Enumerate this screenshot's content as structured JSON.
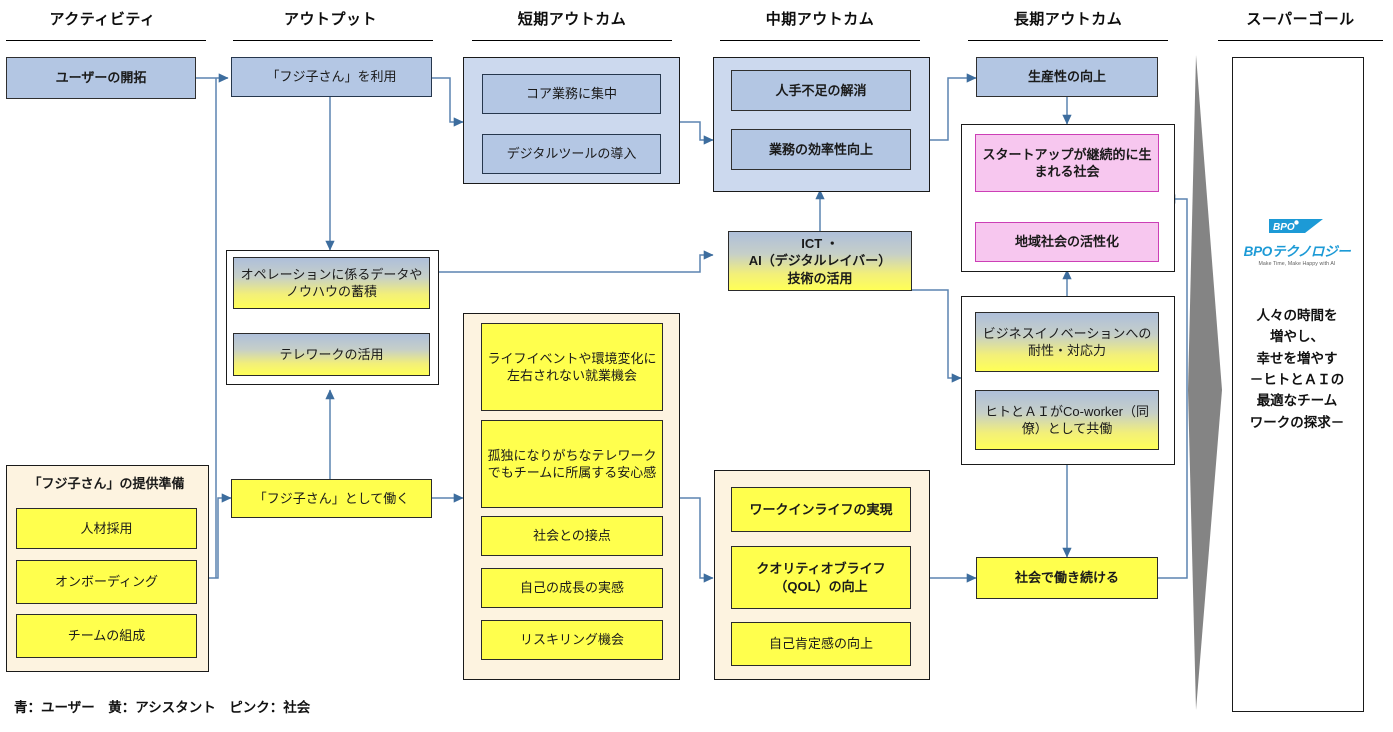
{
  "columns": [
    {
      "id": "activity",
      "title": "アクティビティ"
    },
    {
      "id": "output",
      "title": "アウトプット"
    },
    {
      "id": "short",
      "title": "短期アウトカム"
    },
    {
      "id": "mid",
      "title": "中期アウトカム"
    },
    {
      "id": "long",
      "title": "長期アウトカム"
    },
    {
      "id": "super",
      "title": "スーパーゴール"
    }
  ],
  "activity": {
    "user_dev": "ユーザーの開拓",
    "prep_group_title": "「フジ子さん」の提供準備",
    "prep_items": [
      "人材採用",
      "オンボーディング",
      "チームの組成"
    ]
  },
  "output": {
    "use_fujiko": "「フジ子さん」を利用",
    "work_as_fujiko": "「フジ子さん」として働く",
    "group_items": [
      "オペレーションに係るデータやノウハウの蓄積",
      "テレワークの活用"
    ]
  },
  "short": {
    "group_blue_items": [
      "コア業務に集中",
      "デジタルツールの導入"
    ],
    "group_yellow_items": [
      "ライフイベントや環境変化に左右されない就業機会",
      "孤独になりがちなテレワークでもチームに所属する安心感",
      "社会との接点",
      "自己の成長の実感",
      "リスキリング機会"
    ]
  },
  "mid": {
    "group_blue_items": [
      "人手不足の解消",
      "業務の効率性向上"
    ],
    "ict": "ICT ・ AI（デジタルレイバー）技術の活用",
    "ict_lines": [
      "ICT ・",
      "AI（デジタルレイバー）",
      "技術の活用"
    ],
    "group_yellow_items": [
      "ワークインライフの実現",
      "クオリティオブライフ（QOL）の向上",
      "自己肯定感の向上"
    ]
  },
  "long": {
    "productivity": "生産性の向上",
    "pink_items": [
      "スタートアップが継続的に生まれる社会",
      "地域社会の活性化"
    ],
    "grad_items": [
      "ビジネスイノベーションへの耐性・対応力",
      "ヒトとＡＩがCo-worker（同僚）として共働"
    ],
    "keep_working": "社会で働き続ける"
  },
  "super": {
    "logo_badge": "BPO",
    "logo_word": "BPOテクノロジー",
    "logo_tagline": "Make Time, Make Happy with AI",
    "goal_lines": [
      "人々の時間を",
      "増やし、",
      "幸せを増やす",
      "－ヒトとＡＩの",
      "最適なチーム",
      "ワークの探求－"
    ]
  },
  "legend": "青：ユーザー　黄：アシスタント　ピンク：社会",
  "colors": {
    "blue_fill": "#b3c6e3",
    "blue_group": "#ccd9ee",
    "yellow_fill": "#ffff4d",
    "pink_fill": "#f7c7ef",
    "cream_group": "#fdf3e0",
    "arrow": "#4a77a8",
    "brand_blue": "#1c9ad6"
  }
}
